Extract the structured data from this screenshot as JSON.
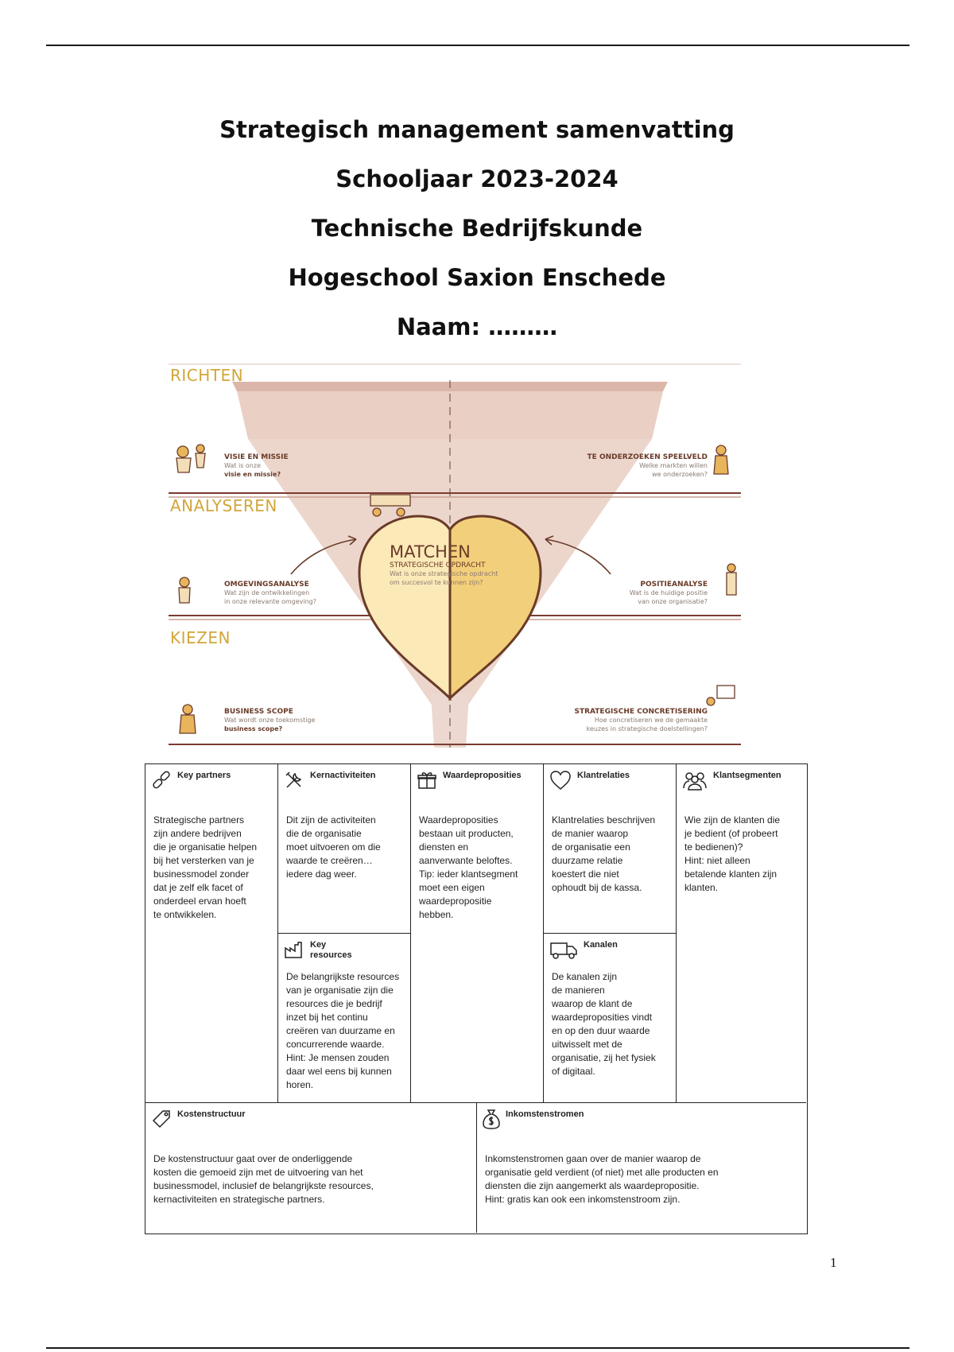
{
  "header": {
    "title": "Strategisch management samenvatting",
    "year": "Schooljaar 2023-2024",
    "program": "Technische Bedrijfskunde",
    "school": "Hogeschool Saxion Enschede",
    "name": "Naam: ………"
  },
  "infographic": {
    "phases": [
      "RICHTEN",
      "ANALYSEREN",
      "KIEZEN"
    ],
    "center": {
      "title": "MATCHEN",
      "subtitle": "STRATEGISCHE OPDRACHT",
      "line1": "Wat is onze strategische opdracht",
      "line2": "om succesvol te kunnen zijn?"
    },
    "blocks": {
      "visie": {
        "title": "VISIE EN MISSIE",
        "line1": "Wat is onze",
        "line2": "visie en missie?"
      },
      "speelveld": {
        "title": "TE ONDERZOEKEN SPEELVELD",
        "line1": "Welke markten willen",
        "line2": "we onderzoeken?"
      },
      "omgeving": {
        "title": "OMGEVINGSANALYSE",
        "line1": "Wat zijn de ontwikkelingen",
        "line2": "in onze relevante omgeving?"
      },
      "positie": {
        "title": "POSITIEANALYSE",
        "line1": "Wat is de huidige positie",
        "line2": "van onze organisatie?"
      },
      "scope": {
        "title": "BUSINESS SCOPE",
        "line1": "Wat wordt onze toekomstige",
        "line2": "business scope?"
      },
      "concretisering": {
        "title": "STRATEGISCHE CONCRETISERING",
        "line1": "Hoe concretiseren we de gemaakte",
        "line2": "keuzes in strategische doelstellingen?"
      }
    }
  },
  "canvas": {
    "partners": {
      "title": "Key partners",
      "text": "Strategische partners\nzijn andere bedrijven\ndie je organisatie helpen\nbij het versterken van je\nbusinessmodel zonder\ndat je zelf elk facet of\nonderdeel ervan hoeft\nte ontwikkelen."
    },
    "activiteiten": {
      "title": "Kernactiviteiten",
      "text": "Dit zijn de activiteiten\ndie de organisatie\nmoet uitvoeren om die\nwaarde te creëren…\niedere dag weer."
    },
    "resources": {
      "title": "Key\nresources",
      "text": "De belangrijkste resources\nvan je organisatie zijn die\nresources die je bedrijf\ninzet bij het continu\ncreëren van duurzame en\nconcurrerende waarde.\nHint: Je mensen zouden\ndaar wel eens bij kunnen\nhoren."
    },
    "proposities": {
      "title": "Waardeproposities",
      "text": "Waardeproposities\nbestaan uit producten,\ndiensten en\naanverwante beloftes.\nTip: ieder klantsegment\nmoet een eigen\nwaardepropositie\nhebben."
    },
    "relaties": {
      "title": "Klantrelaties",
      "text": "Klantrelaties beschrijven\nde manier waarop\nde organisatie een\nduurzame relatie\nkoestert die niet\nophoudt bij de kassa."
    },
    "kanalen": {
      "title": "Kanalen",
      "text": "De kanalen zijn\nde manieren\nwaarop de klant de\nwaardeproposities vindt\nen op den duur waarde\nuitwisselt met de\norganisatie, zij het fysiek\nof digitaal."
    },
    "segmenten": {
      "title": "Klantsegmenten",
      "text": "Wie zijn de klanten die\nje bedient (of probeert\nte bedienen)?\nHint: niet alleen\nbetalende klanten zijn\nklanten."
    },
    "kosten": {
      "title": "Kostenstructuur",
      "text": "De kostenstructuur gaat over de onderliggende\nkosten die gemoeid zijn met de uitvoering van het\nbusinessmodel, inclusief de belangrijkste resources,\nkernactiviteiten en strategische partners."
    },
    "inkomsten": {
      "title": "Inkomstenstromen",
      "text": "Inkomstenstromen gaan over de manier waarop de\norganisatie geld verdient (of niet) met alle producten en\ndiensten die zijn aangemerkt als waardepropositie.\nHint: gratis kan ook een inkomstenstroom zijn."
    }
  },
  "footer": {
    "page_number": "1"
  },
  "colors": {
    "accent_gold": "#d2a63a",
    "brown": "#6a3b28",
    "funnel": "#e3c2b6",
    "heart": "#f5d98f"
  }
}
